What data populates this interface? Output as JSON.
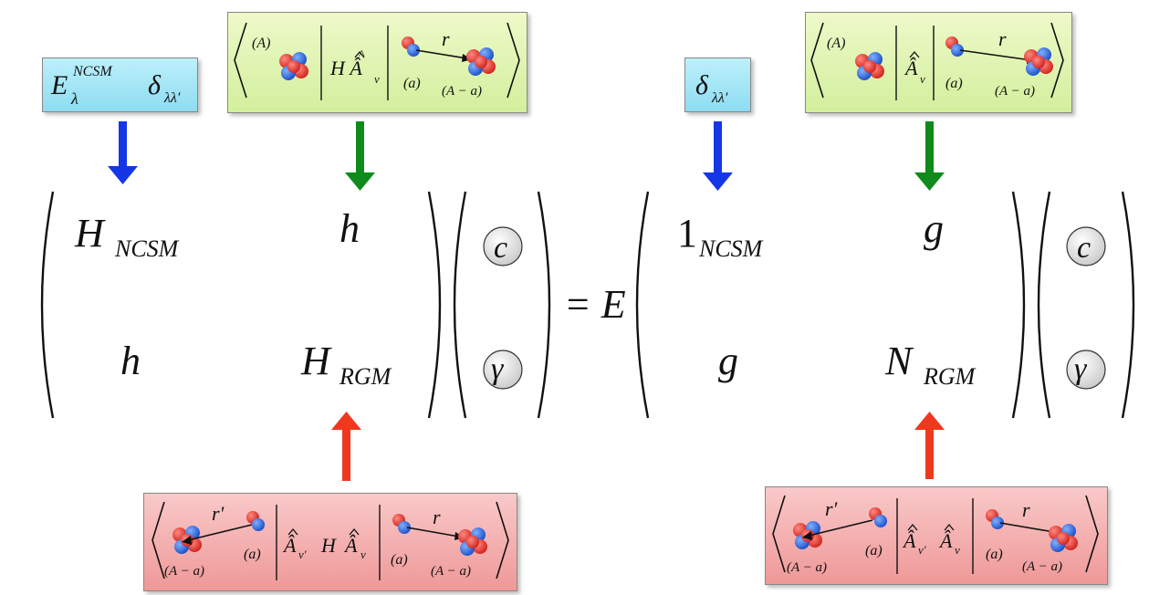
{
  "lhs_matrix": {
    "h_ncsm": "H",
    "h_ncsm_sub": "NCSM",
    "h_top": "h",
    "h_bottom": "h",
    "h_rgm": "H",
    "h_rgm_sub": "RGM"
  },
  "lhs_vector": {
    "c": "c",
    "gamma": "γ"
  },
  "equals": "= E",
  "rhs_matrix": {
    "one_ncsm": "1",
    "one_ncsm_sub": "NCSM",
    "g_top": "g",
    "g_bottom": "g",
    "n_rgm": "N",
    "n_rgm_sub": "RGM"
  },
  "rhs_vector": {
    "c": "c",
    "gamma": "γ"
  },
  "boxes": {
    "eigen_box": {
      "E": "E",
      "sup": "NCSM",
      "sub": "λ",
      "delta": "δ",
      "delta_sub": "λλ′"
    },
    "delta_box": {
      "delta": "δ",
      "delta_sub": "λλ′"
    },
    "h_coupling_box": {
      "A": "(A)",
      "op": "H Â",
      "op_sub": "ν",
      "a": "(a)",
      "r": "r",
      "Aa": "(A − a)"
    },
    "g_overlap_box": {
      "A": "(A)",
      "op": "Â",
      "op_sub": "ν",
      "a": "(a)",
      "r": "r",
      "Aa": "(A − a)"
    },
    "h_rgm_box": {
      "rp": "r'",
      "a1": "(a)",
      "Aa1": "(A − a)",
      "op": "Â",
      "op_sub1": "ν′",
      "H": "H",
      "op2": "Â",
      "op_sub2": "ν",
      "a2": "(a)",
      "r": "r",
      "Aa2": "(A − a)"
    },
    "n_rgm_box": {
      "rp": "r'",
      "a1": "(a)",
      "Aa1": "(A − a)",
      "op": "Â",
      "op_sub1": "ν′",
      "op2": "Â",
      "op_sub2": "ν",
      "a2": "(a)",
      "r": "r",
      "Aa2": "(A − a)"
    }
  },
  "colors": {
    "blue_arrow": "#1436e6",
    "green_arrow": "#0f8a1c",
    "red_arrow": "#f0381e",
    "proton": "#e8302b",
    "neutron": "#1f5fd6"
  }
}
